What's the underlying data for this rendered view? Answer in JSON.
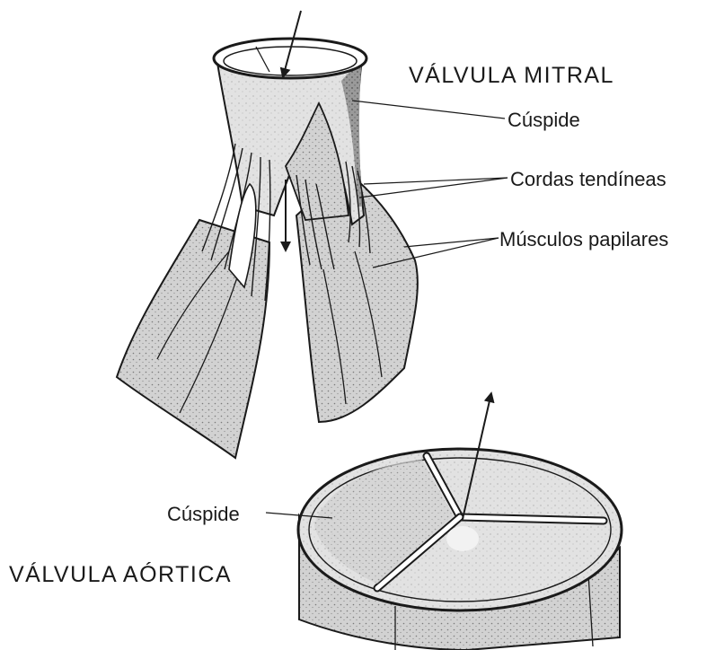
{
  "mitral": {
    "title": "VÁLVULA MITRAL",
    "labels": {
      "cusp": "Cúspide",
      "chordae": "Cordas tendíneas",
      "papillary": "Músculos papilares"
    }
  },
  "aortic": {
    "title": "VÁLVULA AÓRTICA",
    "labels": {
      "cusp": "Cúspide"
    }
  },
  "colors": {
    "ink": "#1a1a1a",
    "tissue": "#c9c9c9",
    "tissue_dark": "#8c8c8c",
    "background": "#ffffff"
  }
}
